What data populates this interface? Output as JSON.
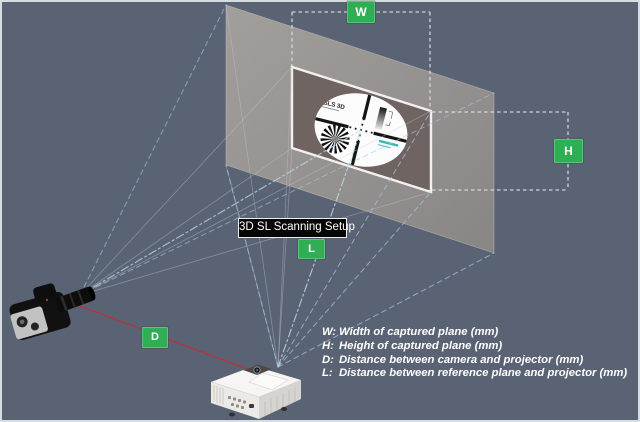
{
  "diagram": {
    "tooltip": "3D SL Scanning Setup",
    "dimension_labels": {
      "width": "W",
      "height": "H",
      "camera_projector": "D",
      "plane_projector": "L"
    },
    "target_title": "SLS 3D",
    "legend": [
      {
        "key": "W:",
        "text": "Width of captured plane (mm)"
      },
      {
        "key": "H:",
        "text": "Height of captured plane (mm)"
      },
      {
        "key": "D:",
        "text": "Distance between camera and projector (mm)"
      },
      {
        "key": "L:",
        "text": "Distance between reference plane and projector (mm)"
      }
    ],
    "colors": {
      "background": "#5a6374",
      "label_green": "#2fae54",
      "camera_line_red": "#a63a47",
      "projector_line_blue": "#a9c9e4",
      "plane_gray": "#938f8d"
    }
  }
}
